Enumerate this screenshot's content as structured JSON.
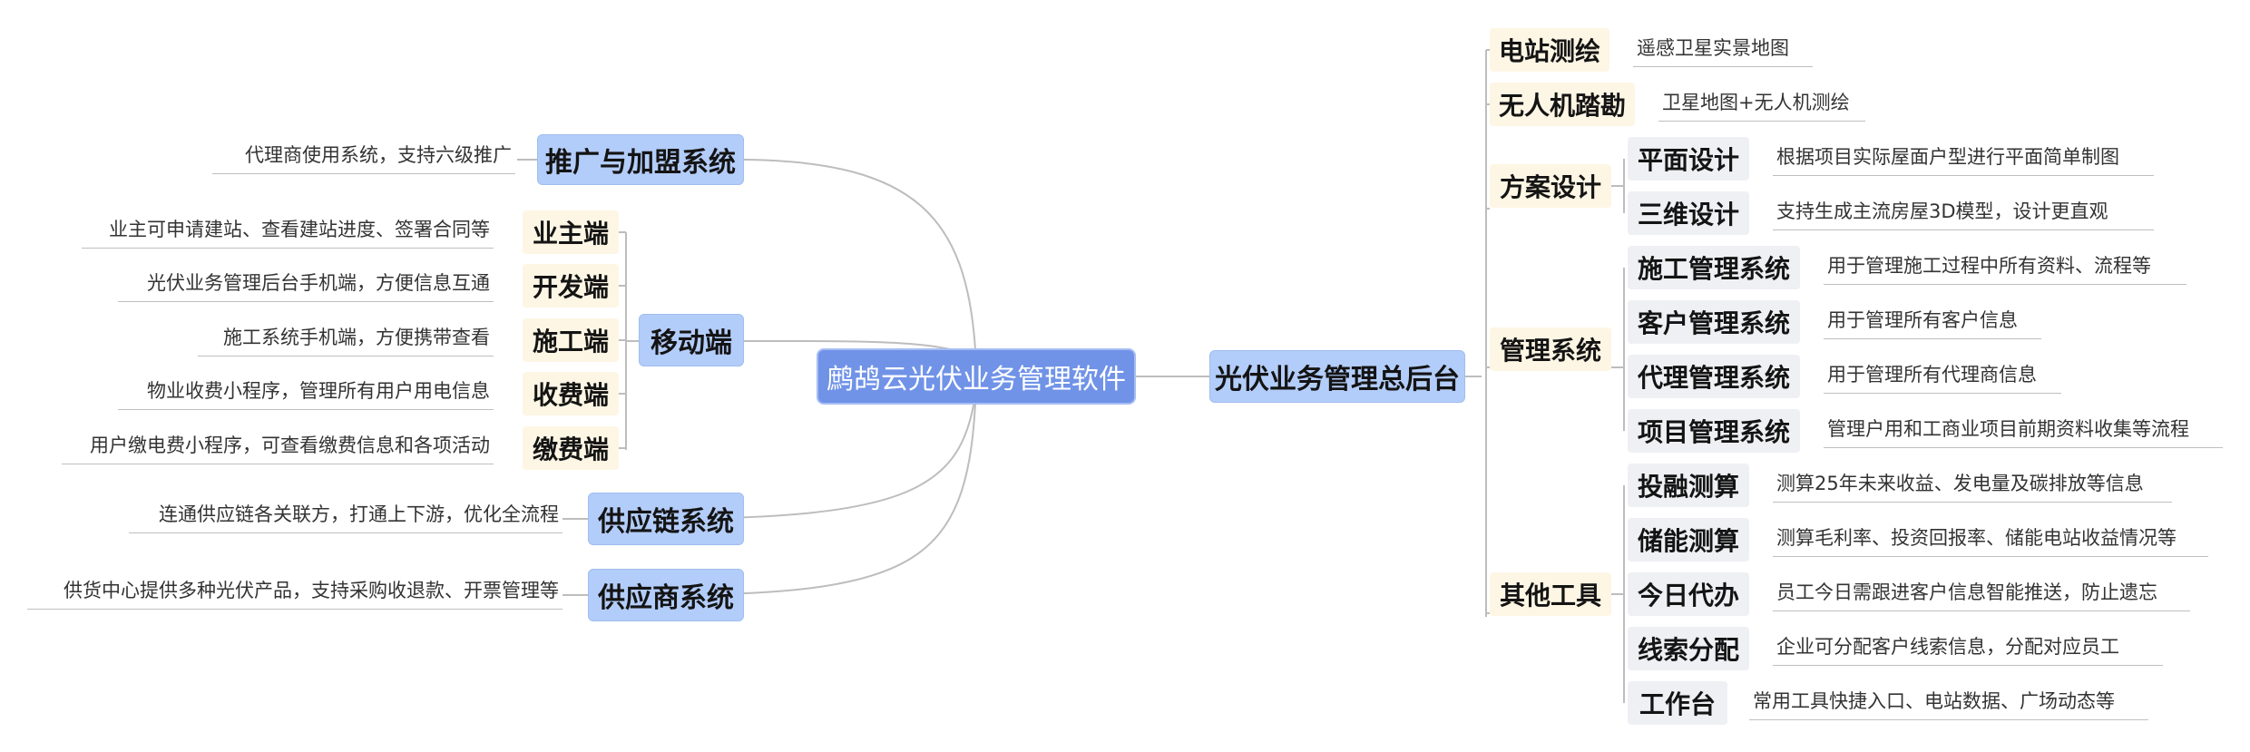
{
  "center": {
    "label": "鹧鸪云光伏业务管理软件"
  },
  "left": {
    "promo": {
      "label": "推广与加盟系统",
      "desc": "代理商使用系统，支持六级推广"
    },
    "mobile": {
      "label": "移动端",
      "items": [
        {
          "label": "业主端",
          "desc": "业主可申请建站、查看建站进度、签署合同等"
        },
        {
          "label": "开发端",
          "desc": "光伏业务管理后台手机端，方便信息互通"
        },
        {
          "label": "施工端",
          "desc": "施工系统手机端，方便携带查看"
        },
        {
          "label": "收费端",
          "desc": "物业收费小程序，管理所有用户用电信息"
        },
        {
          "label": "缴费端",
          "desc": "用户缴电费小程序，可查看缴费信息和各项活动"
        }
      ]
    },
    "supply_chain": {
      "label": "供应链系统",
      "desc": "连通供应链各关联方，打通上下游，优化全流程"
    },
    "supplier": {
      "label": "供应商系统",
      "desc": "供货中心提供多种光伏产品，支持采购收退款、开票管理等"
    }
  },
  "right": {
    "backend": {
      "label": "光伏业务管理总后台"
    },
    "survey": {
      "label": "电站测绘",
      "desc": "遥感卫星实景地图"
    },
    "drone": {
      "label": "无人机踏勘",
      "desc": "卫星地图+无人机测绘"
    },
    "design": {
      "label": "方案设计",
      "items": [
        {
          "label": "平面设计",
          "desc": "根据项目实际屋面户型进行平面简单制图"
        },
        {
          "label": "三维设计",
          "desc": "支持生成主流房屋3D模型，设计更直观"
        }
      ]
    },
    "management": {
      "label": "管理系统",
      "items": [
        {
          "label": "施工管理系统",
          "desc": "用于管理施工过程中所有资料、流程等"
        },
        {
          "label": "客户管理系统",
          "desc": "用于管理所有客户信息"
        },
        {
          "label": "代理管理系统",
          "desc": "用于管理所有代理商信息"
        },
        {
          "label": "项目管理系统",
          "desc": "管理户用和工商业项目前期资料收集等流程"
        }
      ]
    },
    "tools": {
      "label": "其他工具",
      "items": [
        {
          "label": "投融测算",
          "desc": "测算25年未来收益、发电量及碳排放等信息"
        },
        {
          "label": "储能测算",
          "desc": "测算毛利率、投资回报率、储能电站收益情况等"
        },
        {
          "label": "今日代办",
          "desc": "员工今日需跟进客户信息智能推送，防止遗忘"
        },
        {
          "label": "线索分配",
          "desc": "企业可分配客户线索信息，分配对应员工"
        },
        {
          "label": "工作台",
          "desc": "常用工具快捷入口、电站数据、广场动态等"
        }
      ]
    }
  }
}
